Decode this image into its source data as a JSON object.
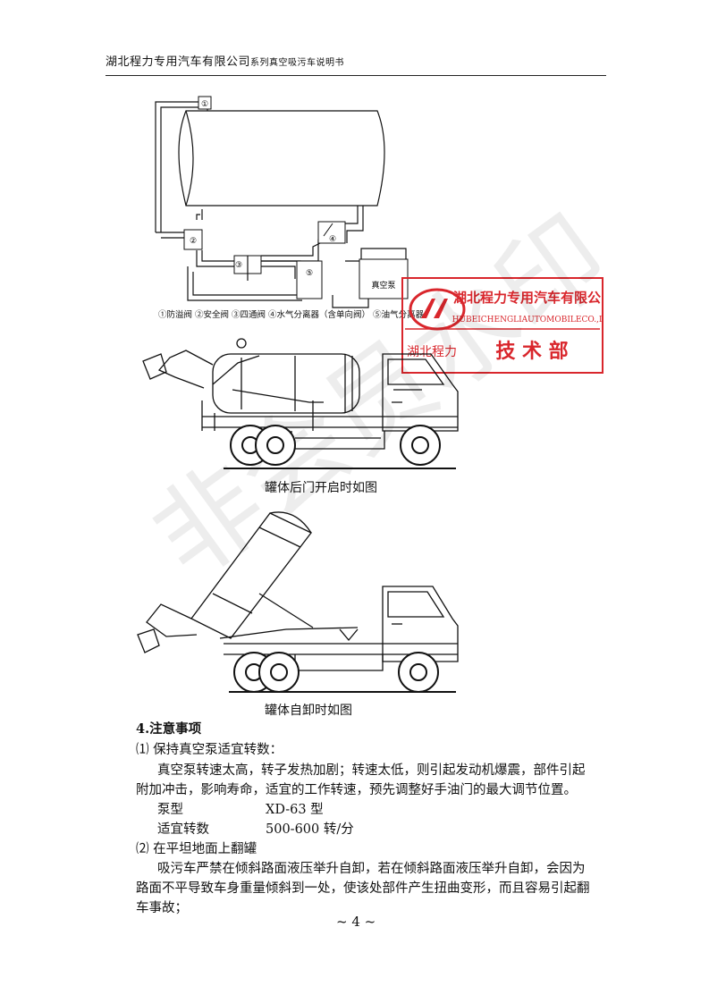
{
  "header": {
    "company": "湖北程力专用汽车有限公司",
    "manual": "系列真空吸污车说明书"
  },
  "diagram": {
    "markers": [
      "①",
      "②",
      "③",
      "④",
      "⑤"
    ],
    "pump_label": "真空泵",
    "legend": "①防溢阀  ②安全阀  ③四通阀  ④水气分离器（含单向阀）  ⑤油气分离器"
  },
  "stamp": {
    "company": "湖北程力专用汽车有限公司",
    "company_en": "HUBEICHENGLIAUTOMOBILECO.,LTD",
    "short": "湖北程力",
    "dept": "技 术 部"
  },
  "watermark": "非会员水印",
  "captions": {
    "fig1": "罐体后门开启时如图",
    "fig2": "罐体自卸时如图"
  },
  "section": {
    "title": "4.注意事项",
    "item1_heading": "⑴ 保持真空泵适宜转数：",
    "item1_line1": "真空泵转速太高，转子发热加剧；转速太低，则引起发动机爆震，部件引起",
    "item1_line2": "附加冲击，影响寿命，适宜的工作转速，预先调整好手油门的最大调节位置。",
    "spec_rows": [
      {
        "label": "泵型",
        "value": "XD-63 型"
      },
      {
        "label": "适宜转数",
        "value": "500-600 转/分"
      }
    ],
    "item2_heading": "⑵ 在平坦地面上翻罐",
    "item2_line1": "吸污车严禁在倾斜路面液压举升自卸，若在倾斜路面液压举升自卸，会因为",
    "item2_line2": "路面不平导致车身重量倾斜到一处，使该处部件产生扭曲变形，而且容易引起翻",
    "item2_line3": "车事故；"
  },
  "page_number": "~ 4 ~",
  "colors": {
    "stamp": "#d9262c",
    "line": "#111111"
  }
}
